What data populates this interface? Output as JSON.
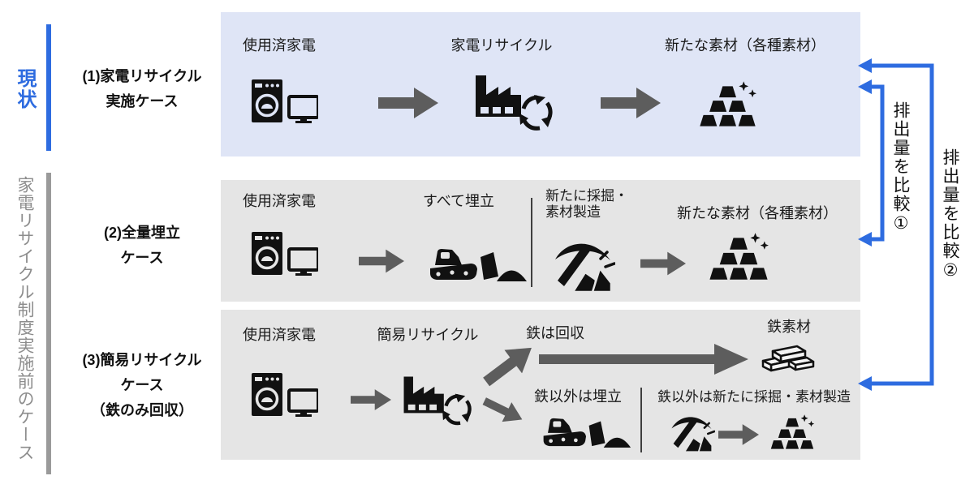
{
  "left": {
    "current_label": "現状",
    "before_label": "家電リサイクル制度実施前のケース",
    "cases": [
      {
        "l1": "(1)家電リサイクル",
        "l2": "実施ケース"
      },
      {
        "l1": "(2)全量埋立",
        "l2": "ケース"
      },
      {
        "l1": "(3)簡易リサイクル",
        "l2": "ケース",
        "l3": "（鉄のみ回収）"
      }
    ]
  },
  "row1": {
    "used": "使用済家電",
    "process": "家電リサイクル",
    "output": "新たな素材（各種素材）"
  },
  "row2": {
    "used": "使用済家電",
    "landfill": "すべて埋立",
    "mining_line1": "新たに採掘・",
    "mining_line2": "素材製造",
    "output": "新たな素材（各種素材）"
  },
  "row3": {
    "used": "使用済家電",
    "process": "簡易リサイクル",
    "iron_recovered": "鉄は回収",
    "iron_material": "鉄素材",
    "noniron_landfill": "鉄以外は埋立",
    "noniron_mining": "鉄以外は新たに採掘・素材製造"
  },
  "right": {
    "compare1": "排出量を比較①",
    "compare2": "排出量を比較②"
  },
  "colors": {
    "accent_blue": "#2e6ce0",
    "panel_blue": "#dfe5f6",
    "panel_gray": "#e5e5e5",
    "arrow_gray": "#5d5d5d",
    "bar_gray": "#9a9a9a",
    "text_gray": "#8d8d8d",
    "icon_black": "#111111"
  },
  "icons": {
    "washer_tv": "used-appliances-icon (washing machine + TV)",
    "factory_recycle": "recycling-factory-icon",
    "ingots": "new-materials-ingots-icon",
    "bulldozer": "landfill-bulldozer-icon",
    "pickaxe": "mining-pickaxe-icon",
    "steel_bars": "iron-material-icon"
  }
}
